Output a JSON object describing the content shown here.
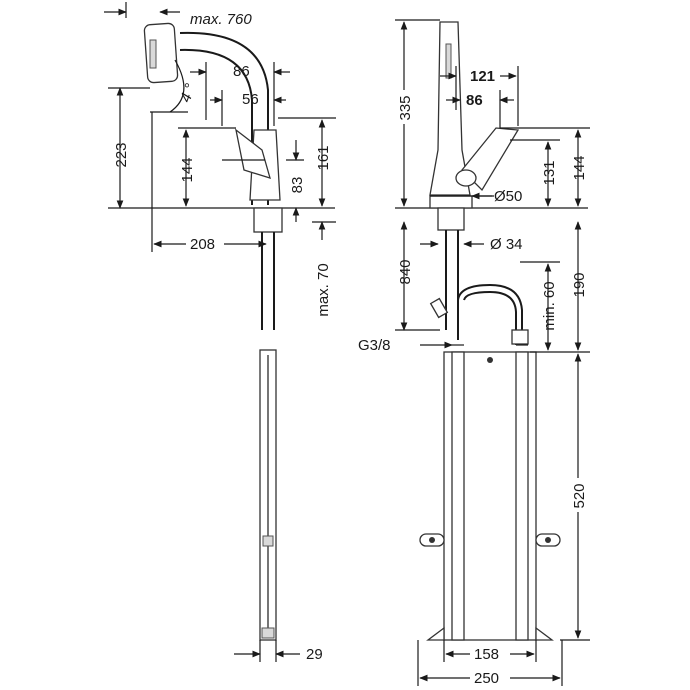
{
  "dimensions": {
    "left": {
      "max_760": "max. 760",
      "d86": "86",
      "d56": "56",
      "angle": "4 °",
      "d223": "223",
      "d144": "144",
      "d161": "161",
      "d83": "83",
      "d208": "208",
      "max_70": "max. 70",
      "d29": "29"
    },
    "right": {
      "d335": "335",
      "d121": "121",
      "d86": "86",
      "d131": "131",
      "d144": "144",
      "dia50": "Ø50",
      "dia34": "Ø 34",
      "d840": "840",
      "min_60": "min. 60",
      "d190": "190",
      "g38": "G3/8",
      "d520": "520",
      "d158": "158",
      "d250": "250"
    }
  }
}
